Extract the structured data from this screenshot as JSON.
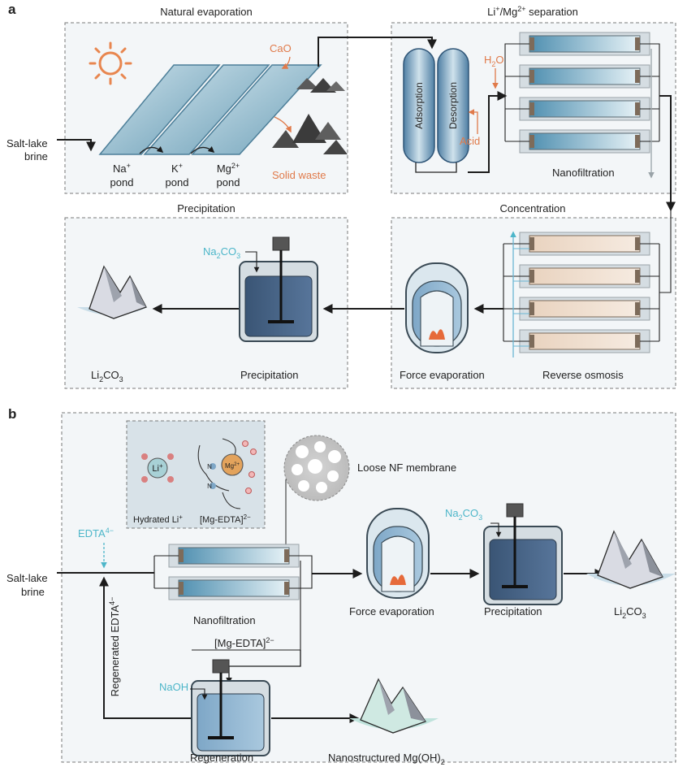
{
  "panel_a": {
    "letter": "a",
    "section_headers": {
      "evaporation": "Natural evaporation",
      "separation_parts": [
        "Li",
        "+",
        "/Mg",
        "2+",
        " separation"
      ],
      "precipitation": "Precipitation",
      "concentration": "Concentration"
    },
    "inlet": [
      "Salt-lake",
      "brine"
    ],
    "ponds": [
      {
        "ion": "Na",
        "charge": "+",
        "word": "pond"
      },
      {
        "ion": "K",
        "charge": "+",
        "word": "pond"
      },
      {
        "ion": "Mg",
        "charge": "2+",
        "word": "pond"
      }
    ],
    "additive_cao": "CaO",
    "solid_waste": "Solid waste",
    "columns": {
      "adsorption": "Adsorption",
      "desorption": "Desorption",
      "acid": "Acid"
    },
    "water": {
      "base": "H",
      "sub": "2",
      "rest": "O"
    },
    "nanofiltration": "Nanofiltration",
    "na2co3": {
      "a": "Na",
      "b": "2",
      "c": "CO",
      "d": "3"
    },
    "li2co3": {
      "a": "Li",
      "b": "2",
      "c": "CO",
      "d": "3"
    },
    "precipitation_label": "Precipitation",
    "force_evaporation": "Force evaporation",
    "reverse_osmosis": "Reverse osmosis"
  },
  "panel_b": {
    "letter": "b",
    "hydrated_li": "Hydrated Li",
    "hydrated_li_sup": "+",
    "mg_edta": {
      "a": "[Mg-EDTA]",
      "b": "2−"
    },
    "loose_nf": "Loose NF membrane",
    "edta_in": {
      "a": "EDTA",
      "b": "4−"
    },
    "inlet": [
      "Salt-lake",
      "brine"
    ],
    "regenerated": "Regenerated EDTA",
    "regenerated_sup": "4−",
    "nanofiltration": "Nanofiltration",
    "mg_edta_stream": {
      "a": "[Mg-EDTA]",
      "b": "2−"
    },
    "force_evaporation": "Force evaporation",
    "na2co3": {
      "a": "Na",
      "b": "2",
      "c": "CO",
      "d": "3"
    },
    "precipitation": "Precipitation",
    "li2co3": {
      "a": "Li",
      "b": "2",
      "c": "CO",
      "d": "3"
    },
    "naoh": "NaOH",
    "regeneration": "Regeneration",
    "mgoh2": {
      "a": "Nanostructured Mg(OH)",
      "b": "2"
    },
    "li_ion_glyph": {
      "a": "Li",
      "b": "+"
    },
    "mg_ion_glyph": {
      "a": "Mg",
      "b": "2+"
    },
    "n_atom": "N"
  },
  "colors": {
    "accent_orange": "#e07a4a",
    "accent_cyan": "#4db6c9",
    "panel_bg": "#f3f6f8",
    "border_dash": "#7a7a7a"
  }
}
